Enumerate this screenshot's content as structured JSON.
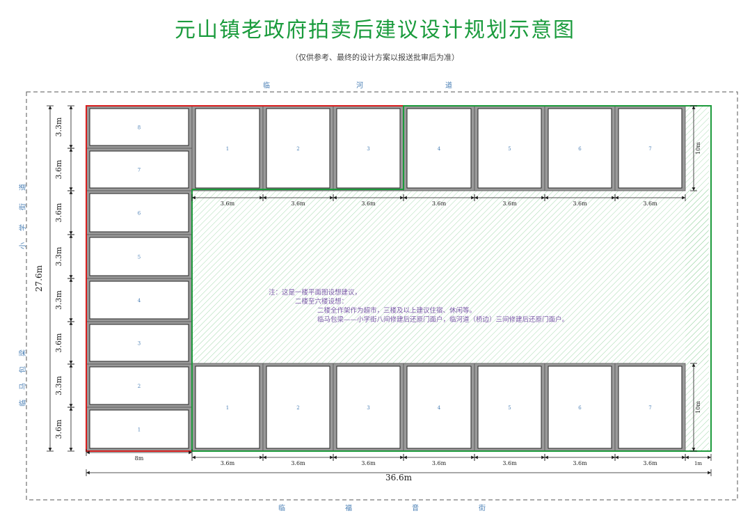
{
  "title": "元山镇老政府拍卖后建议设计规划示意图",
  "subtitle": "（仅供参考、最终的设计方案以报送批审后为准）",
  "streets": {
    "top": [
      "临",
      "河",
      "道"
    ],
    "bottom": [
      "临",
      "福",
      "音",
      "街"
    ],
    "left_top": [
      "小",
      "学",
      "街",
      "道"
    ],
    "left_bottom": [
      "临",
      "马",
      "包",
      "梁"
    ]
  },
  "left_shops": [
    "8",
    "7",
    "6",
    "5",
    "4",
    "3",
    "2",
    "1"
  ],
  "left_row_dims": [
    "3.3m",
    "3.6m",
    "3.6m",
    "3.3m",
    "3.3m",
    "3.6m",
    "3.3m",
    "3.6m"
  ],
  "total_height": "27.6m",
  "top_shops": [
    "1",
    "2",
    "3",
    "4",
    "5",
    "6",
    "7"
  ],
  "bottom_shops": [
    "1",
    "2",
    "3",
    "4",
    "5",
    "6",
    "7"
  ],
  "col_dim": "3.6m",
  "left_width_dim": "8m",
  "right_margin_dim": "1m",
  "shop_depth_dim": "10m",
  "total_width": "36.6m",
  "notes": [
    "注：这是一楼平面图设想建议，",
    "二楼至六楼设想：",
    "二楼全作架作为超市，三楼及以上建议住宿、休闲等。",
    "临马包梁——小学街八间修建后还原门面户，临河道（桥边）三间修建后还原门面户。"
  ],
  "colors": {
    "title": "#1a9b3c",
    "red_outline": "#d81e1e",
    "green_outline": "#1c9a3b",
    "hatch": "#8fcf9a",
    "shop_frame": "#9a9a9a",
    "label_blue": "#4a7fb5"
  }
}
